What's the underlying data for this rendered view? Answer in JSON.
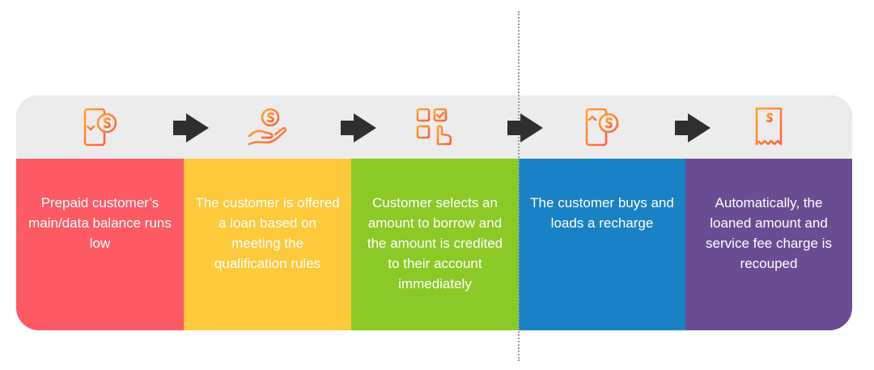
{
  "steps": [
    {
      "text": "Prepaid customer’s main/data balance runs low",
      "color": "#fe5a64",
      "icon": "phone-dollar-down-icon"
    },
    {
      "text": "The customer is offered a loan based on meeting the qualification rules",
      "color": "#ffc93c",
      "icon": "hand-coin-icon"
    },
    {
      "text": "Customer selects an amount to borrow and the amount is credited to their account immediately",
      "color": "#8ac926",
      "icon": "select-grid-icon"
    },
    {
      "text": "The customer buys and loads a recharge",
      "color": "#1982c4",
      "icon": "phone-dollar-up-icon"
    },
    {
      "text": "Automatically, the loaned amount and service fee charge is recouped",
      "color": "#6a4c93",
      "icon": "receipt-icon"
    }
  ],
  "icon_gradient": [
    "#ffa62b",
    "#ff5f40"
  ],
  "arrow_color": "#2f2f2f",
  "top_band_color": "#ececec"
}
